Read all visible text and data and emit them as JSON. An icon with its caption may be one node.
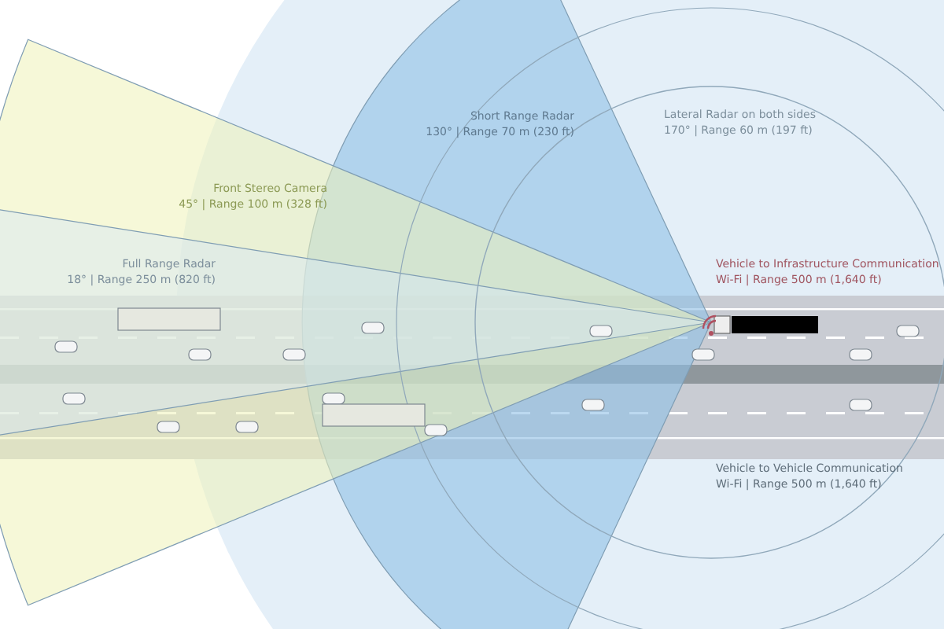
{
  "diagram": {
    "labels": [
      "Short Range Radar",
      "130° | Range 70 m (230 ft)",
      "Lateral Radar on both sides",
      "170° | Range 60 m (197 ft)",
      "Front Stereo Camera",
      "45° | Range 100 m (328 ft)",
      "Full Range Radar",
      "18° | Range 250 m (820 ft)",
      "Vehicle to Infrastructure Communication",
      "Wi-Fi | Range 500 m (1,640 ft)",
      "Vehicle to Vehicle Communication",
      "Wi-Fi | Range 500 m (1,640 ft)"
    ]
  }
}
